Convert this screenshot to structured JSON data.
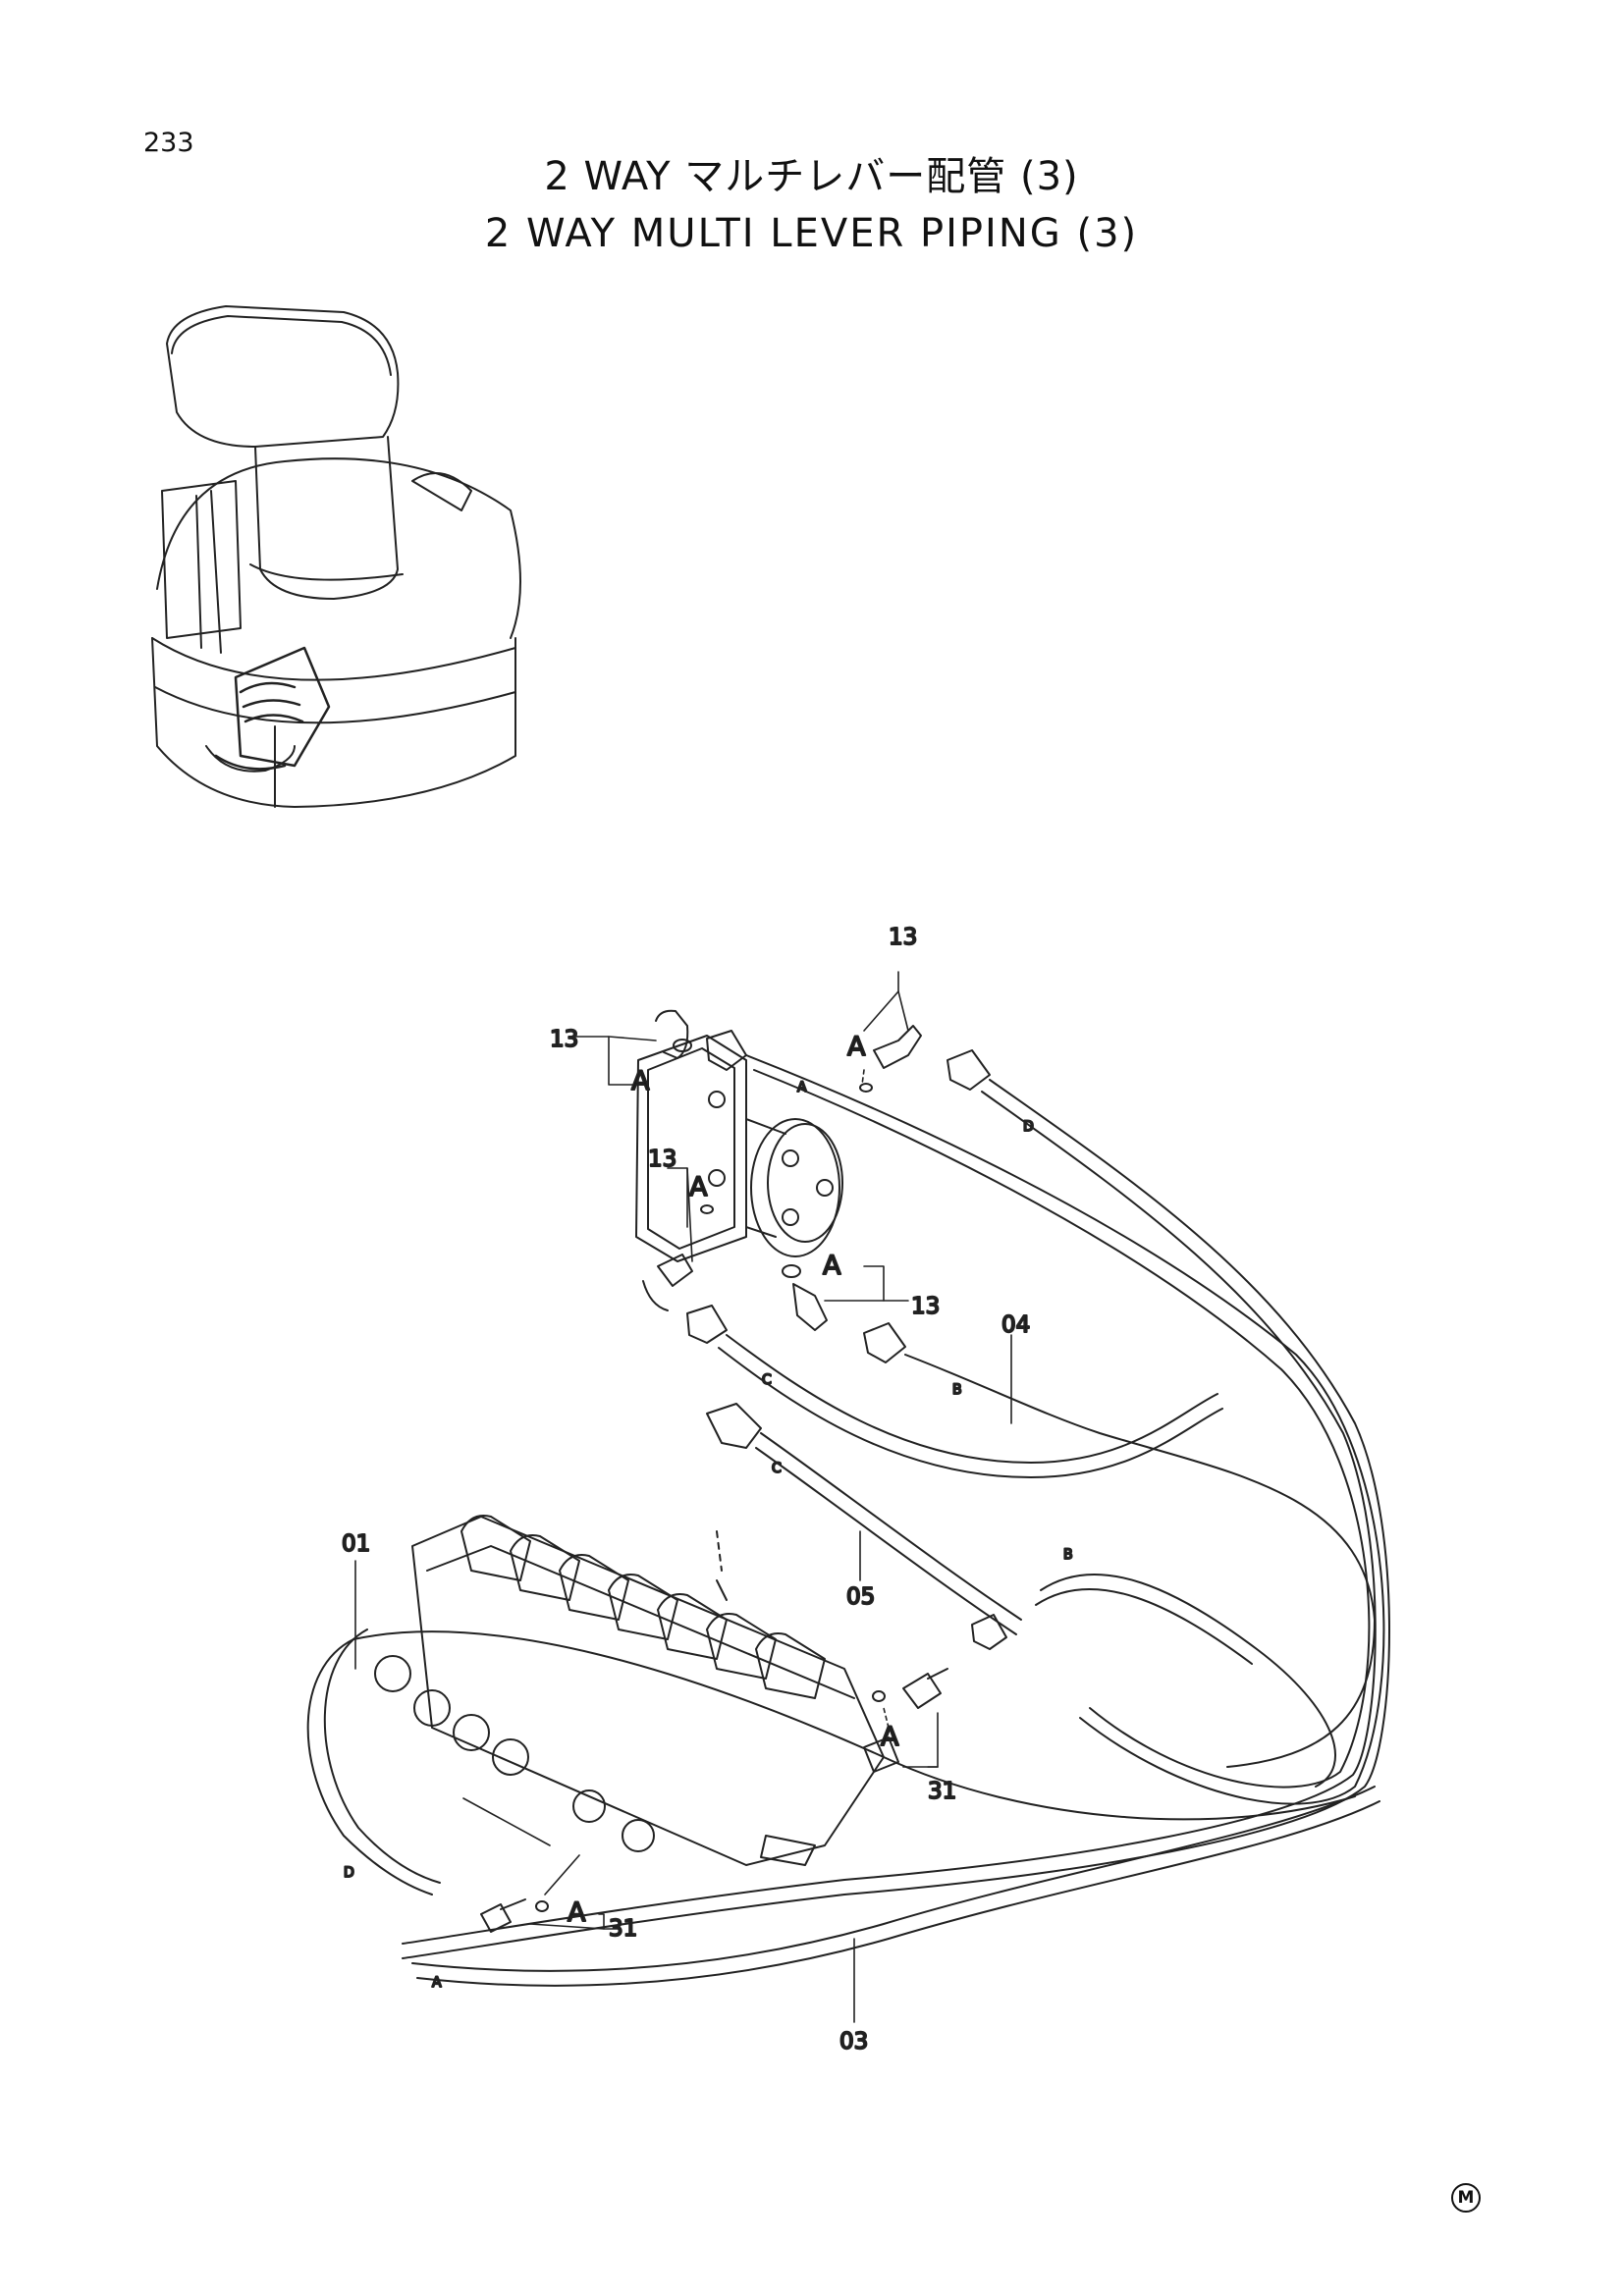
{
  "page_number": "233",
  "title_ja": "2 WAY マルチレバー配管 (3)",
  "title_en": "2 WAY MULTI LEVER PIPING (3)",
  "corner_mark": "M",
  "callouts": {
    "p13_top": "13",
    "p13_left": "13",
    "p13_mid": "13",
    "p13_right": "13",
    "p04": "04",
    "p05": "05",
    "p01": "01",
    "p31_right": "31",
    "p31_bottom": "31",
    "p03": "03"
  },
  "detail_refs": {
    "a_top": "A",
    "a_left": "A",
    "a_mid": "A",
    "a_right": "A",
    "a_valve": "A",
    "a_bottom": "A"
  },
  "port_letters": {
    "a1": "A",
    "d1": "D",
    "c1": "C",
    "b1": "B",
    "c2": "C",
    "b2": "B",
    "d2": "D",
    "a2": "A"
  }
}
